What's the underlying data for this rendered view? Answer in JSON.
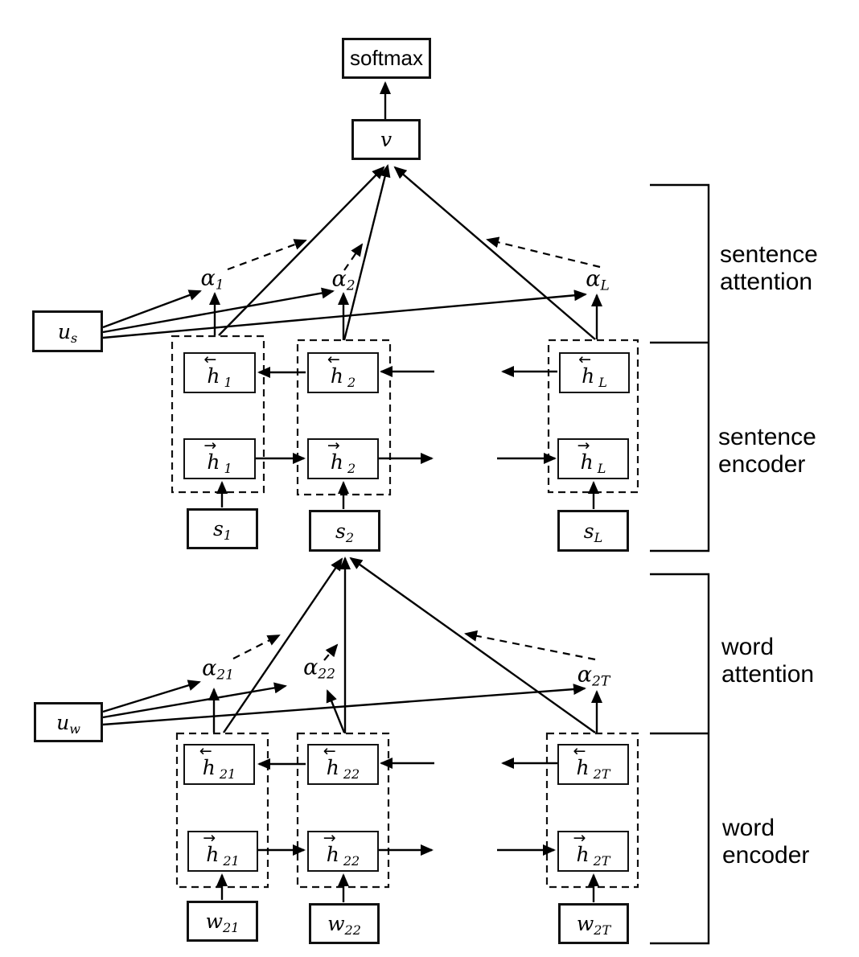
{
  "output": {
    "softmax_label": "softmax",
    "vector_label": "v"
  },
  "sentence_attention": {
    "bracket_label": {
      "line1": "sentence",
      "line2": "attention"
    },
    "context_vector": {
      "base": "u",
      "sub": "s"
    },
    "alphas": [
      {
        "base": "α",
        "sub": "1"
      },
      {
        "base": "α",
        "sub": "2"
      },
      {
        "base": "α",
        "sub": "L"
      }
    ]
  },
  "sentence_encoder": {
    "bracket_label": {
      "line1": "sentence",
      "line2": "encoder"
    },
    "backward_states": [
      {
        "arrow": "←",
        "base": "h",
        "sub": "1"
      },
      {
        "arrow": "←",
        "base": "h",
        "sub": "2"
      },
      {
        "arrow": "←",
        "base": "h",
        "sub": "L"
      }
    ],
    "forward_states": [
      {
        "arrow": "→",
        "base": "h",
        "sub": "1"
      },
      {
        "arrow": "→",
        "base": "h",
        "sub": "2"
      },
      {
        "arrow": "→",
        "base": "h",
        "sub": "L"
      }
    ],
    "inputs": [
      {
        "base": "s",
        "sub": "1"
      },
      {
        "base": "s",
        "sub": "2"
      },
      {
        "base": "s",
        "sub": "L"
      }
    ]
  },
  "word_attention": {
    "bracket_label": {
      "line1": "word",
      "line2": "attention"
    },
    "context_vector": {
      "base": "u",
      "sub": "w"
    },
    "alphas": [
      {
        "base": "α",
        "sub": "21"
      },
      {
        "base": "α",
        "sub": "22"
      },
      {
        "base": "α",
        "sub": "2T"
      }
    ]
  },
  "word_encoder": {
    "bracket_label": {
      "line1": "word",
      "line2": "encoder"
    },
    "backward_states": [
      {
        "arrow": "←",
        "base": "h",
        "sub": "21"
      },
      {
        "arrow": "←",
        "base": "h",
        "sub": "22"
      },
      {
        "arrow": "←",
        "base": "h",
        "sub": "2T"
      }
    ],
    "forward_states": [
      {
        "arrow": "→",
        "base": "h",
        "sub": "21"
      },
      {
        "arrow": "→",
        "base": "h",
        "sub": "22"
      },
      {
        "arrow": "→",
        "base": "h",
        "sub": "2T"
      }
    ],
    "inputs": [
      {
        "base": "w",
        "sub": "21"
      },
      {
        "base": "w",
        "sub": "22"
      },
      {
        "base": "w",
        "sub": "2T"
      }
    ]
  }
}
